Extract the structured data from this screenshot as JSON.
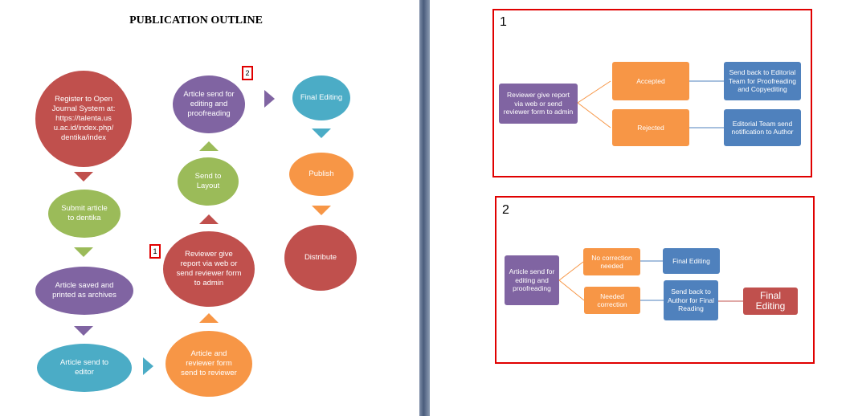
{
  "title": "PUBLICATION OUTLINE",
  "flow": {
    "register": "Register to Open Journal System at: https://talenta.us u.ac.id/index.php/ dentika/index",
    "submit": "Submit article to dentika",
    "saved": "Article saved and printed as archives",
    "send_editor": "Article send to editor",
    "send_reviewer": "Article and reviewer form send to reviewer",
    "reviewer_report": "Reviewer give report via web or send reviewer form to admin",
    "send_layout": "Send to Layout",
    "editing": "Article send for editing and proofreading",
    "final_editing": "Final Editing",
    "publish": "Publish",
    "distribute": "Distribute",
    "tag1": "1",
    "tag2": "2"
  },
  "panel1": {
    "number": "1",
    "source": "Reviewer give report via web or send reviewer form to admin",
    "accepted": "Accepted",
    "rejected": "Rejected",
    "accepted_result": "Send back to Editorial Team for Proofreading and Copyediting",
    "rejected_result": "Editorial Team send notification to Author"
  },
  "panel2": {
    "number": "2",
    "source": "Article send for editing and proofreading",
    "no_correction": "No correction needed",
    "needed": "Needed correction",
    "final_editing_small": "Final Editing",
    "send_back": "Send back to Author for Final Reading",
    "final_editing_big": "Final Editing"
  },
  "colors": {
    "red": "#c0504d",
    "green": "#9bbb59",
    "purple": "#8064a2",
    "blue": "#4bacc6",
    "orange": "#f79646",
    "dark_blue": "#4f81bd",
    "frame": "#e00000"
  }
}
